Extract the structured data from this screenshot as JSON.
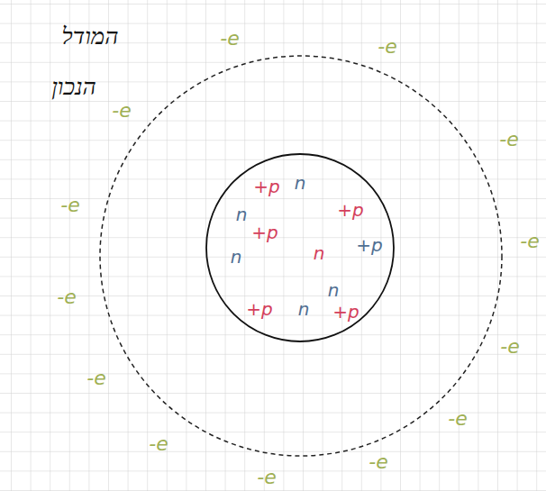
{
  "diagram": {
    "nodes": [
      {
        "text": [
          "+p",
          "n",
          "n",
          "+p",
          "+p",
          "+p",
          "n",
          "n",
          "n",
          "+p",
          "n",
          "+p"
        ]
      }
    ],
    "labels": [
      "המודל",
      "הנכון",
      "-e",
      "-e",
      "-e",
      "-e",
      "-e",
      "-e",
      "-e",
      "-e",
      "-e",
      "-e",
      "-e",
      "-e",
      "-e"
    ]
  }
}
